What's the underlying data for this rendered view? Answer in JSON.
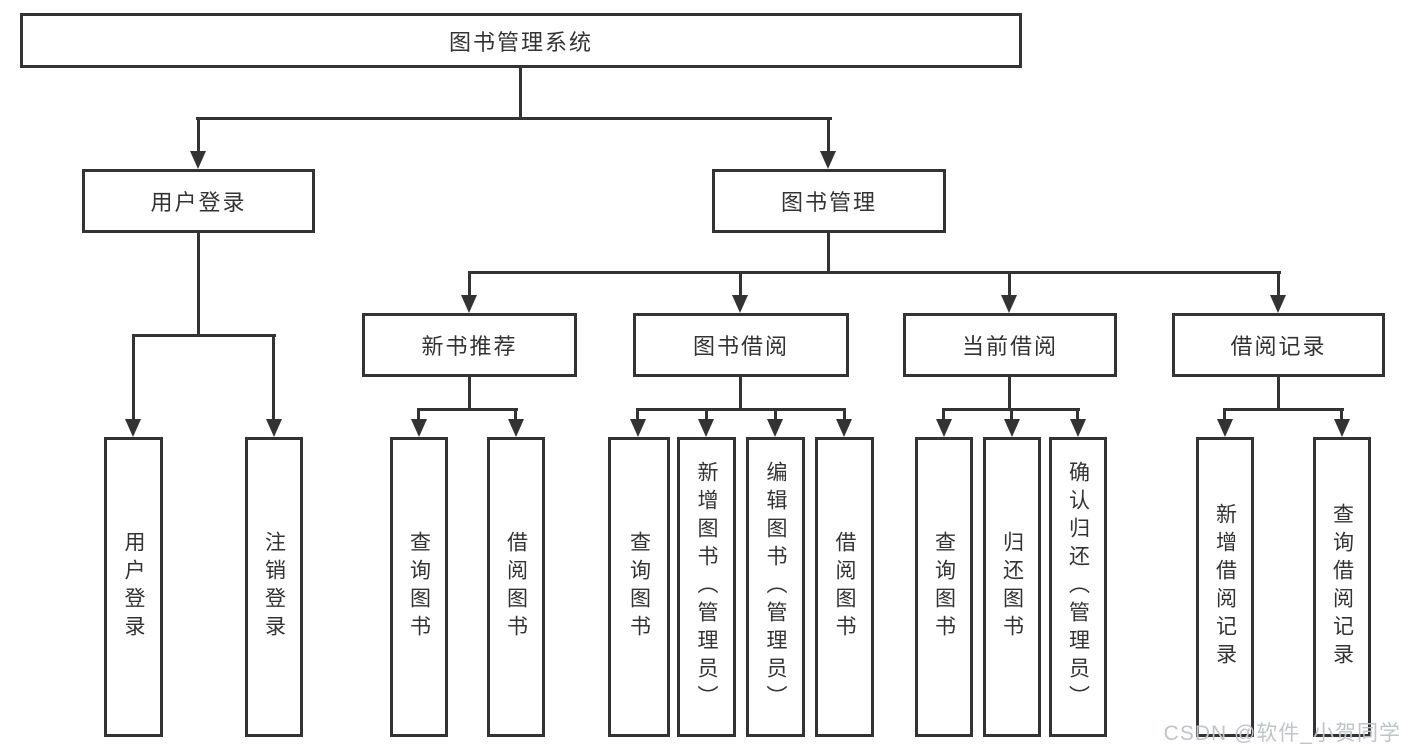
{
  "colors": {
    "line": "#333333",
    "text": "#333333",
    "box_background": "#ffffff",
    "page_background": "#ffffff",
    "watermark": "#c0c3c8"
  },
  "diagram": {
    "root": {
      "label": "图书管理系统"
    },
    "level2": [
      {
        "label": "用户登录"
      },
      {
        "label": "图书管理"
      }
    ],
    "level3": [
      {
        "label": "新书推荐"
      },
      {
        "label": "图书借阅"
      },
      {
        "label": "当前借阅"
      },
      {
        "label": "借阅记录"
      }
    ],
    "leaves": {
      "login": [
        "用户登录",
        "注销登录"
      ],
      "new_book": [
        "查询图书",
        "借阅图书"
      ],
      "book_borrow": [
        "查询图书",
        "新增图书（管理员）",
        "编辑图书（管理员）",
        "借阅图书"
      ],
      "current_borrow": [
        "查询图书",
        "归还图书",
        "确认归还（管理员）"
      ],
      "borrow_record": [
        "新增借阅记录",
        "查询借阅记录"
      ]
    }
  },
  "watermark": {
    "text": "CSDN @软件_小贺同学"
  }
}
